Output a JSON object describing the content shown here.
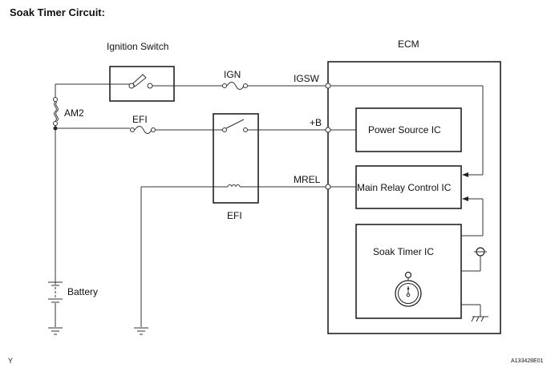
{
  "title": "Soak Timer Circuit:",
  "components": {
    "ignition_switch": "Ignition Switch",
    "ecm": "ECM",
    "battery": "Battery",
    "efi_relay": "EFI",
    "power_source_ic": "Power Source IC",
    "main_relay_control_ic": "Main Relay Control IC",
    "soak_timer_ic": "Soak Timer IC"
  },
  "fuses": {
    "am2": "AM2",
    "ign": "IGN",
    "efi": "EFI"
  },
  "terminals": {
    "igsw": "IGSW",
    "plus_b": "+B",
    "mrel": "MREL"
  },
  "footer": {
    "left_mark": "Y",
    "figure_id": "A133428E01"
  }
}
